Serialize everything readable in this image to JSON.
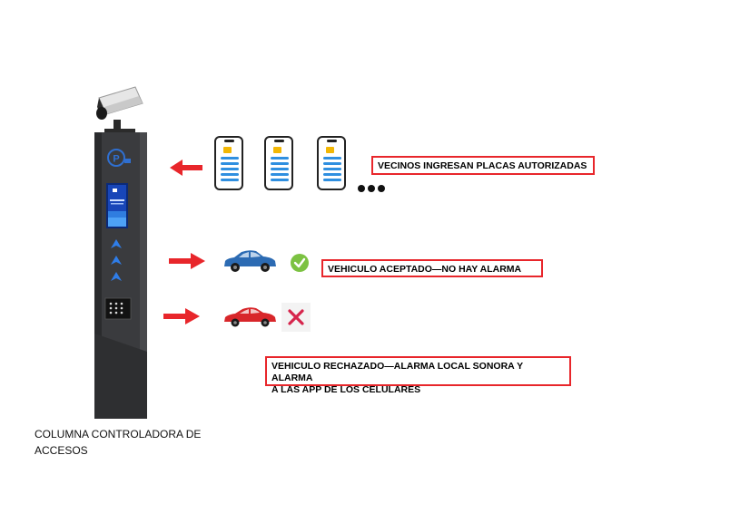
{
  "labels": {
    "vecinos": "VECINOS INGRESAN PLACAS AUTORIZADAS",
    "aceptado": "VEHICULO ACEPTADO—NO HAY ALARMA",
    "rechazado_line1": "VEHICULO RECHAZADO—ALARMA LOCAL SONORA Y ALARMA",
    "rechazado_line2": "A LAS APP DE LOS CELULARES"
  },
  "caption": {
    "line1": "COLUMNA CONTROLADORA DE",
    "line2": "ACCESOS"
  },
  "colors": {
    "arrow": "#e8262b",
    "box_border": "#e8262b",
    "column": "#3a3b3e",
    "accepted_car": "#2c6bb3",
    "rejected_car": "#d8262a",
    "check": "#7cc242",
    "cross": "#d6254c"
  },
  "icons": [
    "camera-icon",
    "parking-icon",
    "phone-icon",
    "car-icon",
    "check-icon",
    "cross-icon",
    "arrow-icon",
    "ellipsis-icon"
  ]
}
